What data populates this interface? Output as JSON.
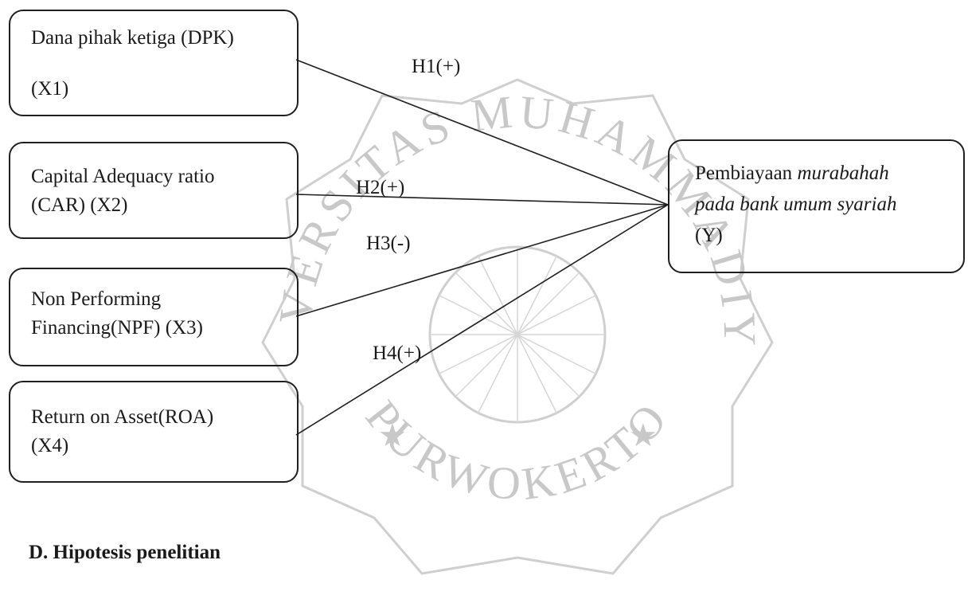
{
  "watermark": {
    "university_text": "UNIVERSITAS MUHAMMADIYAH",
    "city_text": "PURWOKERTO",
    "color": "#c8c8c8"
  },
  "boxes": {
    "x1": {
      "line1": "Dana pihak ketiga (DPK)",
      "line2": "(X1)"
    },
    "x2": {
      "line1": "Capital Adequacy ratio",
      "line2": "(CAR)  (X2)"
    },
    "x3": {
      "line1": "Non Performing",
      "line2": "Financing(NPF) (X3)"
    },
    "x4": {
      "line1": "Return on Asset(ROA)",
      "line2": "(X4)"
    },
    "y": {
      "line1_plain": "Pembiayaan ",
      "line1_italic": "murabahah",
      "line2_italic": "pada bank umum syariah",
      "line3": "(Y)"
    }
  },
  "hypotheses": {
    "h1": "H1(+)",
    "h2": "H2(+)",
    "h3": "H3(-)",
    "h4": "H4(+)"
  },
  "section_heading": "D.  Hipotesis penelitian",
  "colors": {
    "line": "#1f1f1f",
    "text": "#1a1a1a"
  }
}
